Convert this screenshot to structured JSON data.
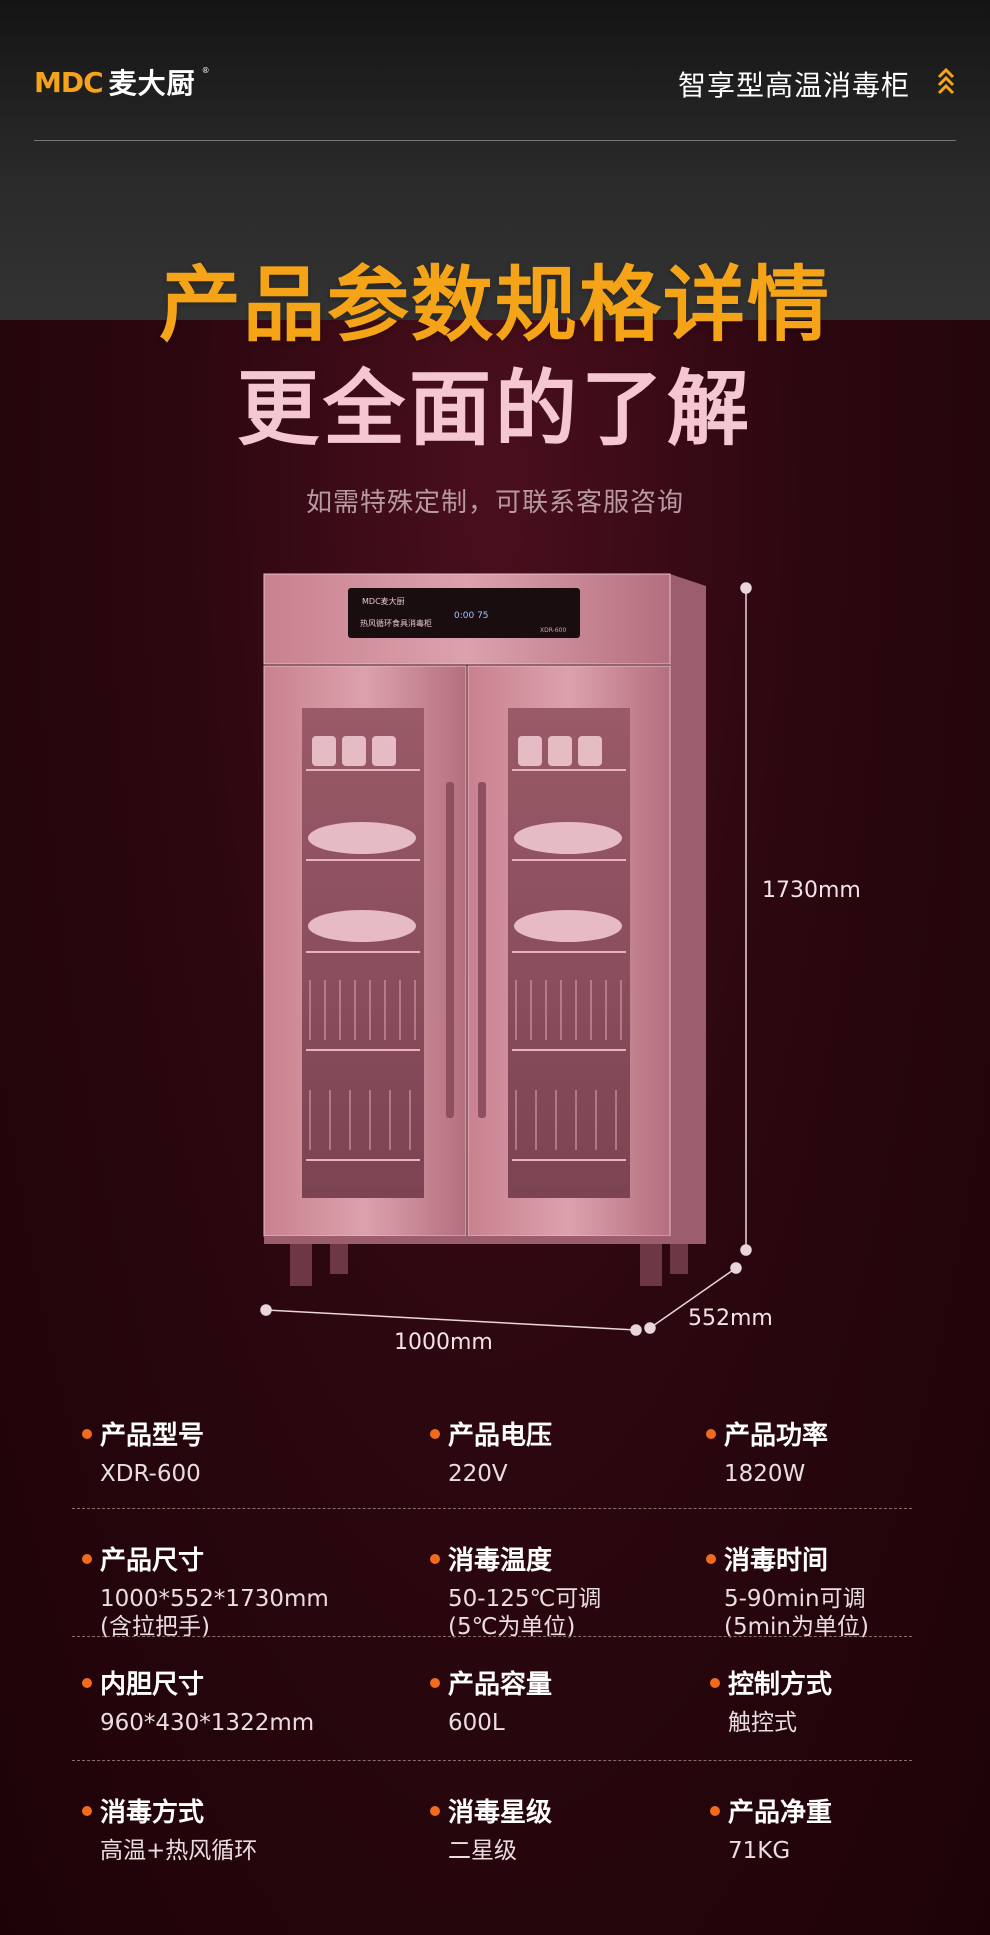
{
  "header": {
    "logo_mark": "MDC",
    "logo_cn": "麦大厨",
    "logo_reg": "®",
    "series_name": "智享型高温消毒柜"
  },
  "hero": {
    "headline": "产品参数规格详情",
    "subheadline": "更全面的了解",
    "note": "如需特殊定制，可联系客服咨询"
  },
  "product_image": {
    "panel_brand": "MDC麦大厨",
    "panel_label": "热风循环食具消毒柜",
    "panel_display": "0:00 75",
    "panel_small": "XDR-600"
  },
  "dimensions": {
    "height": "1730mm",
    "depth": "552mm",
    "width": "1000mm"
  },
  "specs": [
    {
      "label": "产品型号",
      "value": "XDR-600"
    },
    {
      "label": "产品电压",
      "value": "220V"
    },
    {
      "label": "产品功率",
      "value": "1820W"
    },
    {
      "label": "产品尺寸",
      "value": "1000*552*1730mm\n(含拉把手)"
    },
    {
      "label": "消毒温度",
      "value": "50-125℃可调\n(5℃为单位)"
    },
    {
      "label": "消毒时间",
      "value": "5-90min可调\n(5min为单位)"
    },
    {
      "label": "内胆尺寸",
      "value": "960*430*1322mm"
    },
    {
      "label": "产品容量",
      "value": "600L"
    },
    {
      "label": "控制方式",
      "value": "触控式"
    },
    {
      "label": "消毒方式",
      "value": "高温+热风循环"
    },
    {
      "label": "消毒星级",
      "value": "二星级"
    },
    {
      "label": "产品净重",
      "value": "71KG"
    }
  ],
  "colors": {
    "accent": "#f6a417",
    "dot": "#f26b1c",
    "pink": "#f4c7d2",
    "background": "#2a0508"
  }
}
